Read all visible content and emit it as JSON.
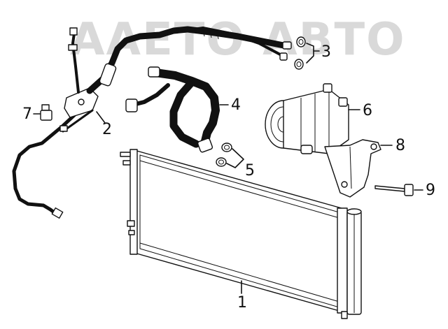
{
  "watermark": {
    "text": "AAETO ABTO"
  },
  "callouts": [
    {
      "label": "1",
      "part": "condenser"
    },
    {
      "label": "2",
      "part": "liquid-line"
    },
    {
      "label": "3",
      "part": "o-rings-suction-line"
    },
    {
      "label": "4",
      "part": "discharge-hose"
    },
    {
      "label": "5",
      "part": "o-rings-discharge-hose"
    },
    {
      "label": "6",
      "part": "compressor"
    },
    {
      "label": "7",
      "part": "service-valve-cap"
    },
    {
      "label": "8",
      "part": "compressor-bracket"
    },
    {
      "label": "9",
      "part": "bolt"
    }
  ],
  "colors": {
    "line": "#111111",
    "watermark": "#d9d9d9",
    "background": "#ffffff"
  }
}
